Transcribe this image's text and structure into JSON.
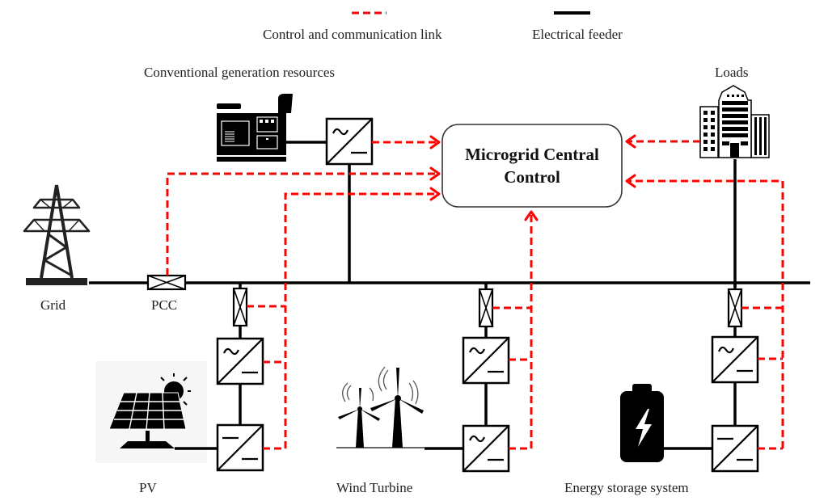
{
  "legend": {
    "control_label": "Control and communication link",
    "feeder_label": "Electrical feeder",
    "control_color": "#ff0000",
    "feeder_color": "#000000"
  },
  "controller": {
    "title_line1": "Microgrid Central",
    "title_line2": "Control"
  },
  "labels": {
    "conventional": "Conventional generation resources",
    "loads": "Loads",
    "grid": "Grid",
    "pcc": "PCC",
    "pv": "PV",
    "wind": "Wind Turbine",
    "storage": "Energy storage system"
  },
  "icons": {
    "generator": "diesel-generator-icon",
    "building": "building-icon",
    "tower": "transmission-tower-icon",
    "solar": "solar-panel-icon",
    "wind": "wind-turbine-icon",
    "battery": "battery-icon"
  }
}
